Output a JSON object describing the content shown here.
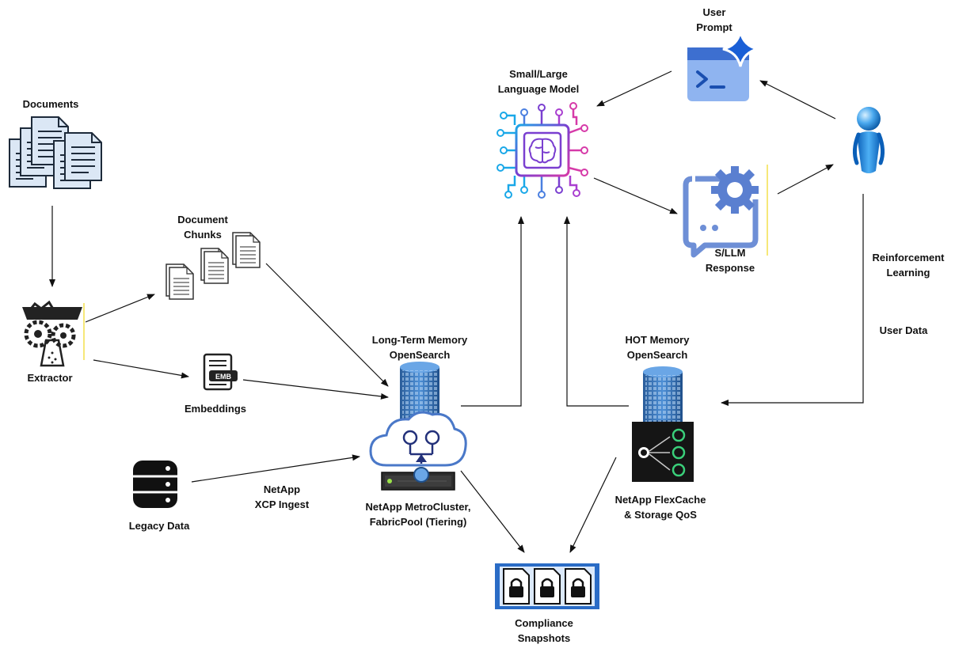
{
  "labels": {
    "user_prompt": [
      "User",
      "Prompt"
    ],
    "language_model": [
      "Small/Large",
      "Language Model"
    ],
    "documents": [
      "Documents"
    ],
    "document_chunks": [
      "Document",
      "Chunks"
    ],
    "extractor": [
      "Extractor"
    ],
    "embeddings": [
      "Embeddings"
    ],
    "llm_response": [
      "S/LLM",
      "Response"
    ],
    "reinforcement_learning": [
      "Reinforcement",
      "Learning"
    ],
    "user_data": [
      "User Data"
    ],
    "long_term_memory": [
      "Long-Term Memory",
      "OpenSearch"
    ],
    "hot_memory": [
      "HOT Memory",
      "OpenSearch"
    ],
    "legacy_data": [
      "Legacy Data"
    ],
    "xcp_ingest": [
      "NetApp",
      "XCP Ingest"
    ],
    "metrocluster": [
      "NetApp MetroCluster,",
      "FabricPool (Tiering)"
    ],
    "flexcache": [
      "NetApp FlexCache",
      "& Storage QoS"
    ],
    "compliance": [
      "Compliance",
      "Snapshots"
    ]
  },
  "icons": {
    "emb_badge": "EMB"
  },
  "colors": {
    "prompt_blue": "#5b8fe0",
    "sparkle_blue": "#1a5fd6",
    "chip_purple": "#7a3fd0",
    "chip_cyan": "#1aa8e8",
    "chip_magenta": "#d63aa8",
    "response_blue": "#6e8fd6",
    "db_blue": "#2a6cb3",
    "flexcache_green": "#3ad07a",
    "snapshot_blue": "#2a6cc6"
  }
}
